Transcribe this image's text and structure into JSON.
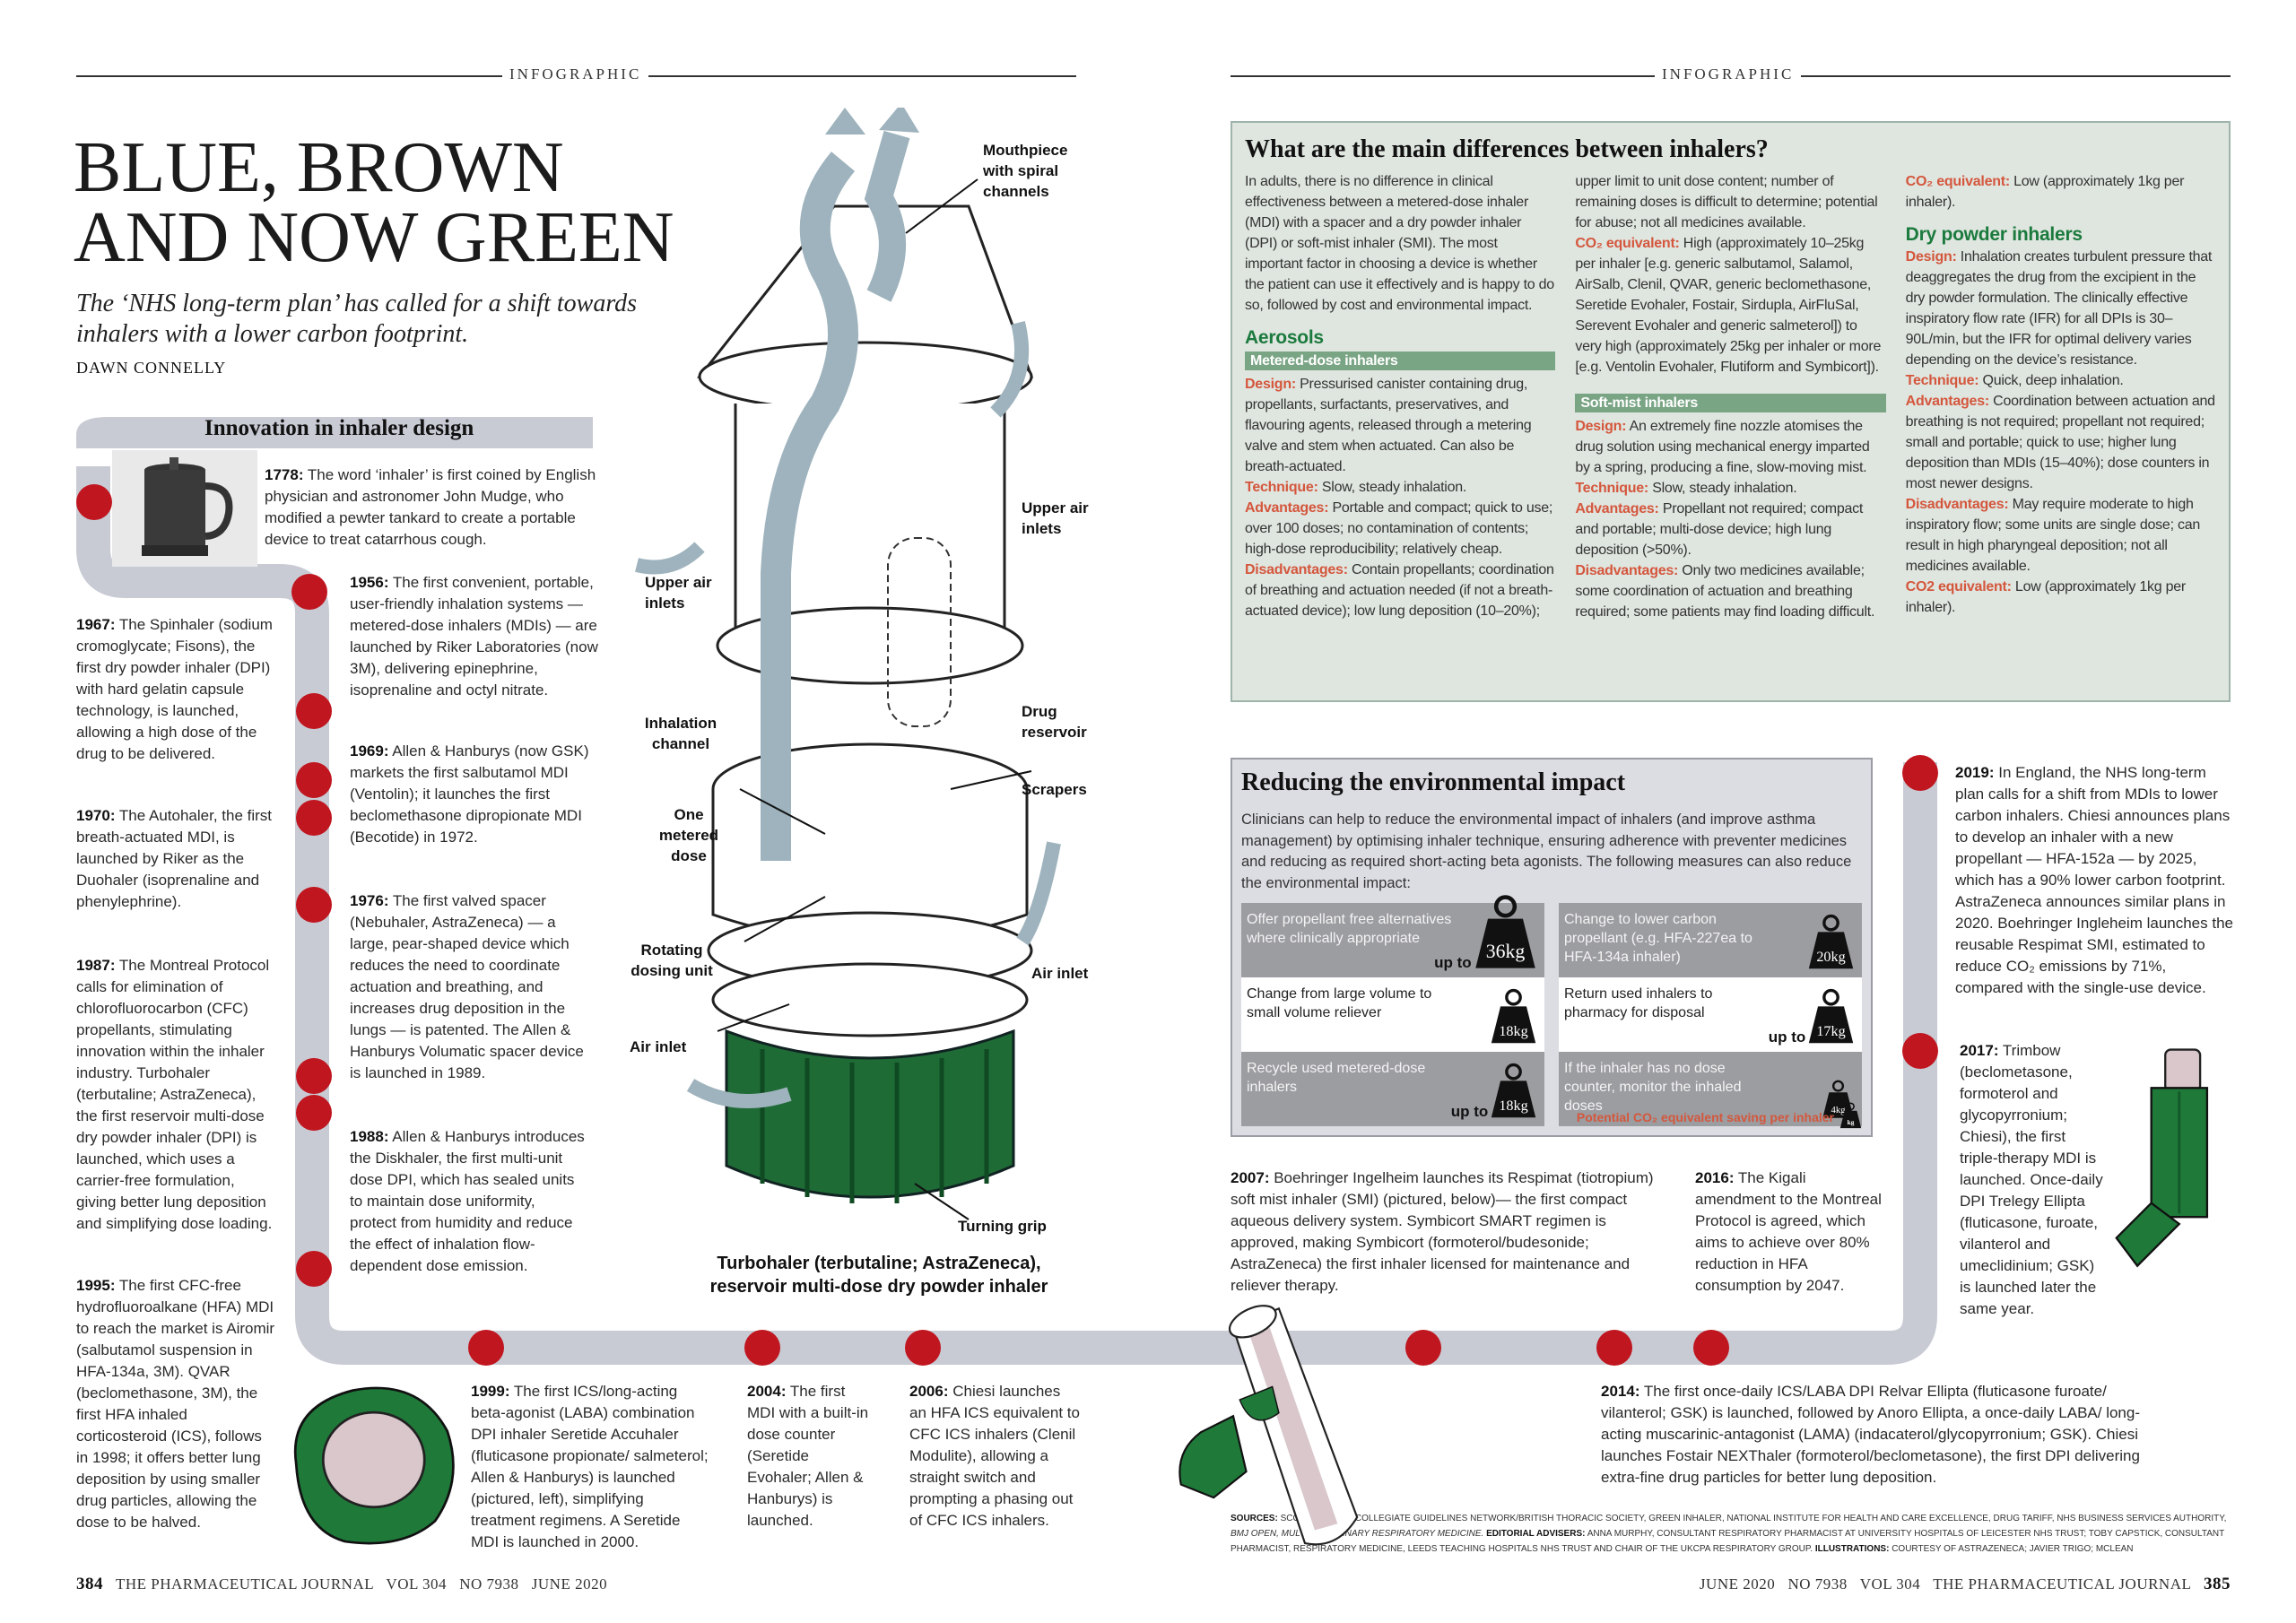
{
  "header": {
    "kicker_left": "INFOGRAPHIC",
    "kicker_right": "INFOGRAPHIC"
  },
  "article": {
    "title_line1": "BLUE, BROWN",
    "title_line2": "AND NOW GREEN",
    "subtitle": "The ‘NHS long-term plan’ has called for a shift towards inhalers with a lower carbon footprint.",
    "byline": "DAWN CONNELLY"
  },
  "timeline": {
    "heading": "Innovation in inhaler design",
    "items": [
      {
        "year": "1778:",
        "text": "The word ‘inhaler’ is first coined by English physician and astronomer John Mudge, who modified a pewter tankard to create a portable device to treat catarrhous cough."
      },
      {
        "year": "1967:",
        "text": "The Spinhaler (sodium cromoglycate; Fisons), the first dry powder inhaler (DPI) with hard gelatin capsule technology, is launched, allowing a high dose of the drug to be delivered."
      },
      {
        "year": "1956:",
        "text": "The first convenient, portable, user-friendly inhalation systems — metered-dose inhalers (MDIs) — are launched by Riker Laboratories (now 3M), delivering epinephrine, isoprenaline and octyl nitrate."
      },
      {
        "year": "1969:",
        "text": "Allen & Hanburys (now GSK) markets the first salbutamol MDI (Ventolin); it launches the first beclomethasone dipropionate MDI (Becotide) in 1972."
      },
      {
        "year": "1970:",
        "text": "The Autohaler, the first breath-actuated MDI, is launched by Riker as the Duohaler (isoprenaline and phenylephrine)."
      },
      {
        "year": "1976:",
        "text": "The first valved spacer (Nebuhaler, AstraZeneca) — a large, pear-shaped device which reduces the need to coordinate actuation and breathing, and increases drug deposition in the lungs — is patented. The Allen & Hanburys Volumatic spacer device is launched in 1989."
      },
      {
        "year": "1987:",
        "text": "The Montreal Protocol calls for elimination of chlorofluorocarbon (CFC) propellants, stimulating innovation within the inhaler industry. Turbohaler (terbutaline; AstraZeneca), the first reservoir multi-dose dry powder inhaler (DPI) is launched, which uses a carrier-free formulation, giving better lung deposition and simplifying dose loading."
      },
      {
        "year": "1988:",
        "text": "Allen & Hanburys introduces the Diskhaler, the first multi-unit dose DPI, which has sealed units to maintain dose uniformity, protect from humidity and reduce the effect of inhalation flow-dependent dose emission."
      },
      {
        "year": "1995:",
        "text": "The first CFC-free hydrofluoroalkane (HFA) MDI to reach the market is Airomir (salbutamol suspension in HFA-134a, 3M). QVAR (beclomethasone, 3M), the first HFA inhaled corticosteroid (ICS), follows in 1998; it offers better lung deposition by using smaller drug particles, allowing the dose to be halved."
      },
      {
        "year": "1999:",
        "text": "The first ICS/long-acting beta-agonist (LABA) combination DPI inhaler Seretide Accuhaler (fluticasone propionate/ salmeterol; Allen & Hanburys) is launched (pictured, left), simplifying treatment regimens. A Seretide MDI is launched in 2000."
      },
      {
        "year": "2004:",
        "text": "The first MDI with a built-in dose counter (Seretide Evohaler; Allen & Hanburys) is launched."
      },
      {
        "year": "2006:",
        "text": "Chiesi launches an HFA ICS equivalent to CFC ICS inhalers (Clenil Modulite), allowing a straight switch and prompting a phasing out of CFC ICS inhalers."
      },
      {
        "year": "2007:",
        "text": "Boehringer Ingelheim launches its Respimat (tiotropium) soft mist inhaler (SMI) (pictured, below)— the first compact aqueous delivery system. Symbicort SMART regimen is approved, making Symbicort (formoterol/budesonide; AstraZeneca) the first inhaler licensed for maintenance and reliever therapy."
      },
      {
        "year": "2016:",
        "text": "The Kigali amendment to the Montreal Protocol is agreed, which aims to achieve over 80% reduction in HFA consumption by 2047."
      },
      {
        "year": "2014:",
        "text": "The first once-daily ICS/LABA DPI Relvar Ellipta (fluticasone furoate/ vilanterol; GSK) is launched, followed by Anoro Ellipta, a once-daily LABA/ long-acting muscarinic-antagonist (LAMA) (indacaterol/glycopyrronium; GSK). Chiesi launches Fostair NEXThaler (formoterol/beclometasone), the first DPI delivering extra-fine drug particles for better lung deposition."
      },
      {
        "year": "2019:",
        "text": "In England, the NHS long-term plan calls for a shift from MDIs to lower carbon inhalers. Chiesi announces plans to develop an inhaler with a new propellant — HFA-152a — by 2025, which has a 90% lower carbon footprint. AstraZeneca announces similar plans in 2020. Boehringer Ingleheim launches the reusable Respimat SMI, estimated to reduce CO₂ emissions by 71%, compared with the single-use device."
      },
      {
        "year": "2017:",
        "text": "Trimbow (beclometasone, formoterol and glycopyrronium; Chiesi), the first triple-therapy MDI is launched. Once-daily DPI Trelegy Ellipta (fluticasone, furoate, vilanterol and umeclidinium; GSK) is launched later the same year."
      }
    ]
  },
  "diagram": {
    "labels": {
      "mouthpiece": "Mouthpiece with spiral channels",
      "upper_inlets_r": "Upper air inlets",
      "upper_inlets_l": "Upper air inlets",
      "channel": "Inhalation channel",
      "reservoir": "Drug reservoir",
      "scrapers": "Scrapers",
      "dose": "One metered dose",
      "dosing_unit": "Rotating dosing unit",
      "air_inlet_r": "Air inlet",
      "air_inlet_l": "Air inlet",
      "grip": "Turning grip"
    },
    "caption_line1": "Turbohaler (terbutaline; AstraZeneca),",
    "caption_line2": "reservoir multi-dose dry powder inhaler"
  },
  "differences": {
    "title": "What are the main differences between inhalers?",
    "intro": "In adults, there is no difference in clinical effectiveness between a metered-dose inhaler (MDI) with a spacer and a dry powder inhaler (DPI) or soft-mist inhaler (SMI). The most important factor in choosing a device is whether the patient can use it effectively and is happy to do so, followed by cost and environmental impact.",
    "aerosols_heading": "Aerosols",
    "mdi": {
      "heading": "Metered-dose inhalers",
      "design_k": "Design:",
      "design": "Pressurised canister containing drug, propellants, surfactants, preservatives, and flavouring agents, released through a metering valve and stem when actuated. Can also be breath-actuated.",
      "technique_k": "Technique:",
      "technique": "Slow, steady inhalation.",
      "adv_k": "Advantages:",
      "adv": "Portable and compact; quick to use; over 100 doses; no contamination of contents; high-dose reproducibility; relatively cheap.",
      "dis_k": "Disadvantages:",
      "dis": "Contain propellants; coordination of breathing and actuation needed (if not a breath-actuated device); low lung deposition (10–20%); upper limit to unit dose content; number of remaining doses is difficult to determine; potential for abuse; not all medicines available.",
      "co2_k": "CO₂ equivalent:",
      "co2": "High (approximately 10–25kg per inhaler [e.g. generic salbutamol, Salamol, AirSalb, Clenil, QVAR, generic beclomethasone, Seretide Evohaler, Fostair, Sirdupla, AirFluSal, Serevent Evohaler and generic salmeterol]) to very high (approximately 25kg per inhaler or more [e.g. Ventolin Evohaler, Flutiform and Symbicort])."
    },
    "smi": {
      "heading": "Soft-mist inhalers",
      "design_k": "Design:",
      "design": "An extremely fine nozzle atomises the drug solution using mechanical energy imparted by a spring, producing a fine, slow-moving mist.",
      "technique_k": "Technique:",
      "technique": "Slow, steady inhalation.",
      "adv_k": "Advantages:",
      "adv": "Propellant not required; compact and portable; multi-dose device; high lung deposition (>50%).",
      "dis_k": "Disadvantages:",
      "dis": "Only two medicines available; some coordination of actuation and breathing required; some patients may find loading difficult.",
      "co2_k": "CO₂ equivalent:",
      "co2": "Low (approximately 1kg per inhaler)."
    },
    "dpi": {
      "heading": "Dry powder inhalers",
      "design_k": "Design:",
      "design": "Inhalation creates turbulent pressure that deaggregates the drug from the excipient in the dry powder formulation. The clinically effective inspiratory flow rate (IFR) for all DPIs is 30–90L/min, but the IFR for optimal delivery varies depending on the device’s resistance.",
      "technique_k": "Technique:",
      "technique": "Quick, deep inhalation.",
      "adv_k": "Advantages:",
      "adv": "Coordination between actuation and breathing is not required; propellant not required; small and portable; quick to use; higher lung deposition than MDIs (15–40%); dose counters in most newer designs.",
      "dis_k": "Disadvantages:",
      "dis": "May require moderate to high inspiratory flow; some units are single dose; can result in high pharyngeal deposition; not all medicines available.",
      "co2_k": "CO2 equivalent:",
      "co2": "Low (approximately 1kg per inhaler)."
    }
  },
  "environment": {
    "title": "Reducing the environmental impact",
    "intro": "Clinicians can help to reduce the environmental impact of inhalers (and improve asthma management) by optimising inhaler technique, ensuring adherence with preventer medicines and reducing as required short-acting beta agonists. The following measures can also reduce the environmental impact:",
    "measures": [
      {
        "text": "Offer propellant free alternatives where clinically appropriate",
        "prefix": "up to",
        "saving": "36kg"
      },
      {
        "text": "Change to lower carbon propellant (e.g. HFA-227ea to HFA-134a inhaler)",
        "prefix": "",
        "saving": "20kg"
      },
      {
        "text": "Change from large volume to small volume reliever",
        "prefix": "",
        "saving": "18kg"
      },
      {
        "text": "Return used inhalers to pharmacy for disposal",
        "prefix": "up to",
        "saving": "17kg"
      },
      {
        "text": "Recycle used metered-dose inhalers",
        "prefix": "up to",
        "saving": "18kg"
      },
      {
        "text": "If the inhaler has no dose counter, monitor the inhaled doses",
        "prefix": "",
        "saving": "4kg"
      }
    ],
    "legend": "Potential CO₂ equivalent saving per inhaler",
    "legend_unit": "kg"
  },
  "sources": {
    "sources_k": "Sources:",
    "sources": "Scottish Intercollegiate Guidelines Network/British Thoracic Society, Green Inhaler, National Institute for Health and Care Excellence, Drug Tariff, NHS Business Services Authority,",
    "journal": "BMJ Open, Multidisciplinary Respiratory Medicine.",
    "advisers_k": "Editorial advisers:",
    "advisers": "Anna Murphy, consultant respiratory pharmacist at University Hospitals of Leicester NHS Trust; Toby Capstick, consultant pharmacist, respiratory medicine, Leeds Teaching Hospitals NHS Trust and chair of the UKCPA Respiratory Group.",
    "illus_k": "Illustrations:",
    "illus": "Courtesy of AstraZeneca; Javier Trigo; McLean"
  },
  "footer": {
    "left_page": "384",
    "left_text": "THE PHARMACEUTICAL JOURNAL   VOL 304   NO 7938   JUNE 2020",
    "right_text": "JUNE 2020   NO 7938   VOL 304   THE PHARMACEUTICAL JOURNAL",
    "right_page": "385"
  },
  "colors": {
    "accent_red": "#c0161f",
    "label_salmon": "#d4573d",
    "green": "#1b7a3d",
    "track_grey": "#c8cbd4"
  }
}
